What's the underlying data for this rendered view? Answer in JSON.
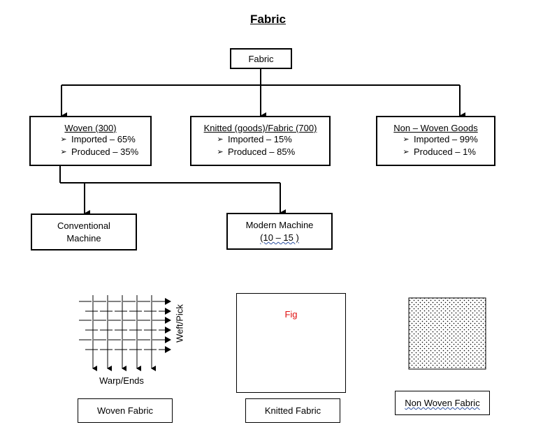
{
  "title": "Fabric",
  "root": {
    "label": "Fabric"
  },
  "categories": [
    {
      "heading": "Woven (300)",
      "items": [
        "Imported – 65%",
        "Produced – 35%"
      ]
    },
    {
      "heading": "Knitted (goods)/Fabric (700)",
      "items": [
        "Imported – 15%",
        "Produced – 85%"
      ]
    },
    {
      "heading": "Non – Woven Goods",
      "items": [
        "Imported – 99%",
        "Produced – 1%"
      ]
    }
  ],
  "machines": [
    {
      "line1": "Conventional",
      "line2": "Machine"
    },
    {
      "line1": "Modern Machine",
      "line2": "(10 – 15 )"
    }
  ],
  "woven_figure": {
    "x_label": "Warp/Ends",
    "y_label": "Weft/Pick"
  },
  "knitted_figure": {
    "placeholder": "Fig"
  },
  "fabric_labels": [
    "Woven Fabric",
    "Knitted Fabric",
    "Non Woven Fabric"
  ],
  "bullet_glyph": "➢"
}
